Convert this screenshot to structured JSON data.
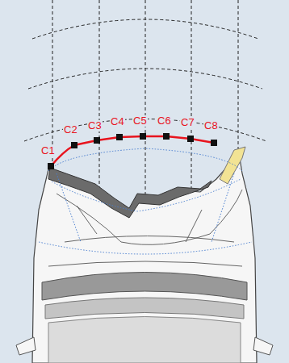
{
  "diagram": {
    "labels": [
      "C1",
      "C2",
      "C3",
      "C4",
      "C5",
      "C6",
      "C7",
      "C8"
    ]
  }
}
